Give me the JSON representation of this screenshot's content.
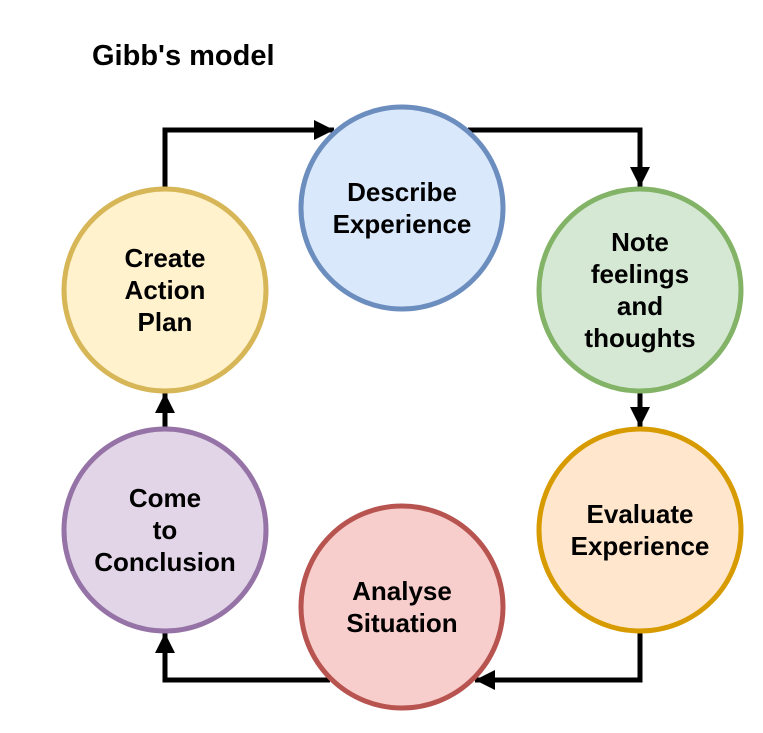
{
  "title": "Gibb's model",
  "diagram": {
    "type": "cycle",
    "arrow_color": "#000000",
    "text_color": "#000000",
    "background": "#ffffff",
    "nodes": [
      {
        "id": "describe-experience",
        "lines": [
          "Describe",
          "Experience"
        ],
        "fill": "#dae8fc",
        "stroke": "#6c8ebf"
      },
      {
        "id": "note-feelings-and-thoughts",
        "lines": [
          "Note",
          "feelings",
          "and",
          "thoughts"
        ],
        "fill": "#d5e8d4",
        "stroke": "#82b366"
      },
      {
        "id": "evaluate-experience",
        "lines": [
          "Evaluate",
          "Experience"
        ],
        "fill": "#ffe6cc",
        "stroke": "#d79b00"
      },
      {
        "id": "analyse-situation",
        "lines": [
          "Analyse",
          "Situation"
        ],
        "fill": "#f8cecc",
        "stroke": "#b85450"
      },
      {
        "id": "come-to-conclusion",
        "lines": [
          "Come",
          "to",
          "Conclusion"
        ],
        "fill": "#e1d5e7",
        "stroke": "#9673a6"
      },
      {
        "id": "create-action-plan",
        "lines": [
          "Create",
          "Action",
          "Plan"
        ],
        "fill": "#fff2cc",
        "stroke": "#d6b656"
      }
    ],
    "edges": [
      {
        "from": "create-action-plan",
        "to": "describe-experience"
      },
      {
        "from": "describe-experience",
        "to": "note-feelings-and-thoughts"
      },
      {
        "from": "note-feelings-and-thoughts",
        "to": "evaluate-experience"
      },
      {
        "from": "evaluate-experience",
        "to": "analyse-situation"
      },
      {
        "from": "analyse-situation",
        "to": "come-to-conclusion"
      },
      {
        "from": "come-to-conclusion",
        "to": "create-action-plan"
      }
    ]
  }
}
